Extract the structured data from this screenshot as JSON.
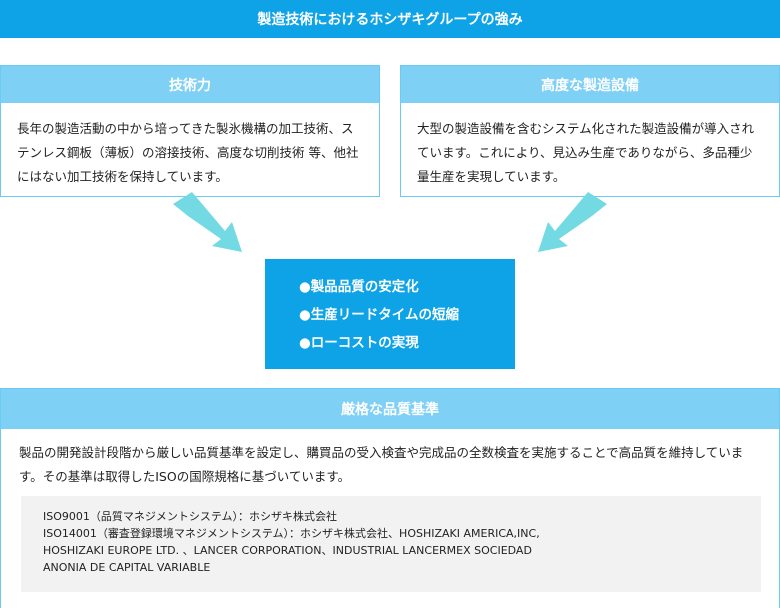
{
  "header": {
    "title": "製造技術におけるホシザキグループの強み"
  },
  "technology": {
    "title": "技術力",
    "body": "長年の製造活動の中から培ってきた製氷機構の加工技術、ステンレス鋼板（薄板）の溶接技術、高度な切削技術 等、他社にはない加工技術を保持しています。"
  },
  "equipment": {
    "title": "高度な製造設備",
    "body": "大型の製造設備を含むシステム化された製造設備が導入されています。これにより、見込み生産でありながら、多品種少量生産を実現しています。"
  },
  "results": {
    "items": [
      "●製品品質の安定化",
      "●生産リードタイムの短縮",
      "●ローコストの実現"
    ]
  },
  "quality": {
    "title": "厳格な品質基準",
    "body": "製品の開発設計段階から厳しい品質基準を設定し、購買品の受入検査や完成品の全数検査を実施することで高品質を維持しています。その基準は取得したISOの国際規格に基づいています。",
    "iso_lines": [
      "ISO9001（品質マネジメントシステム）：ホシザキ株式会社",
      "ISO14001（審査登録環境マネジメントシステム）：ホシザキ株式会社、HOSHIZAKI AMERICA,INC,",
      "HOSHIZAKI EUROPE LTD. 、LANCER CORPORATION、INDUSTRIAL LANCERMEX SOCIEDAD",
      "ANONIA DE CAPITAL VARIABLE"
    ]
  },
  "colors": {
    "primary": "#0ea3e6",
    "light": "#7fd0f5",
    "arrow": "#73d9e3",
    "iso_bg": "#f2f2f2"
  }
}
